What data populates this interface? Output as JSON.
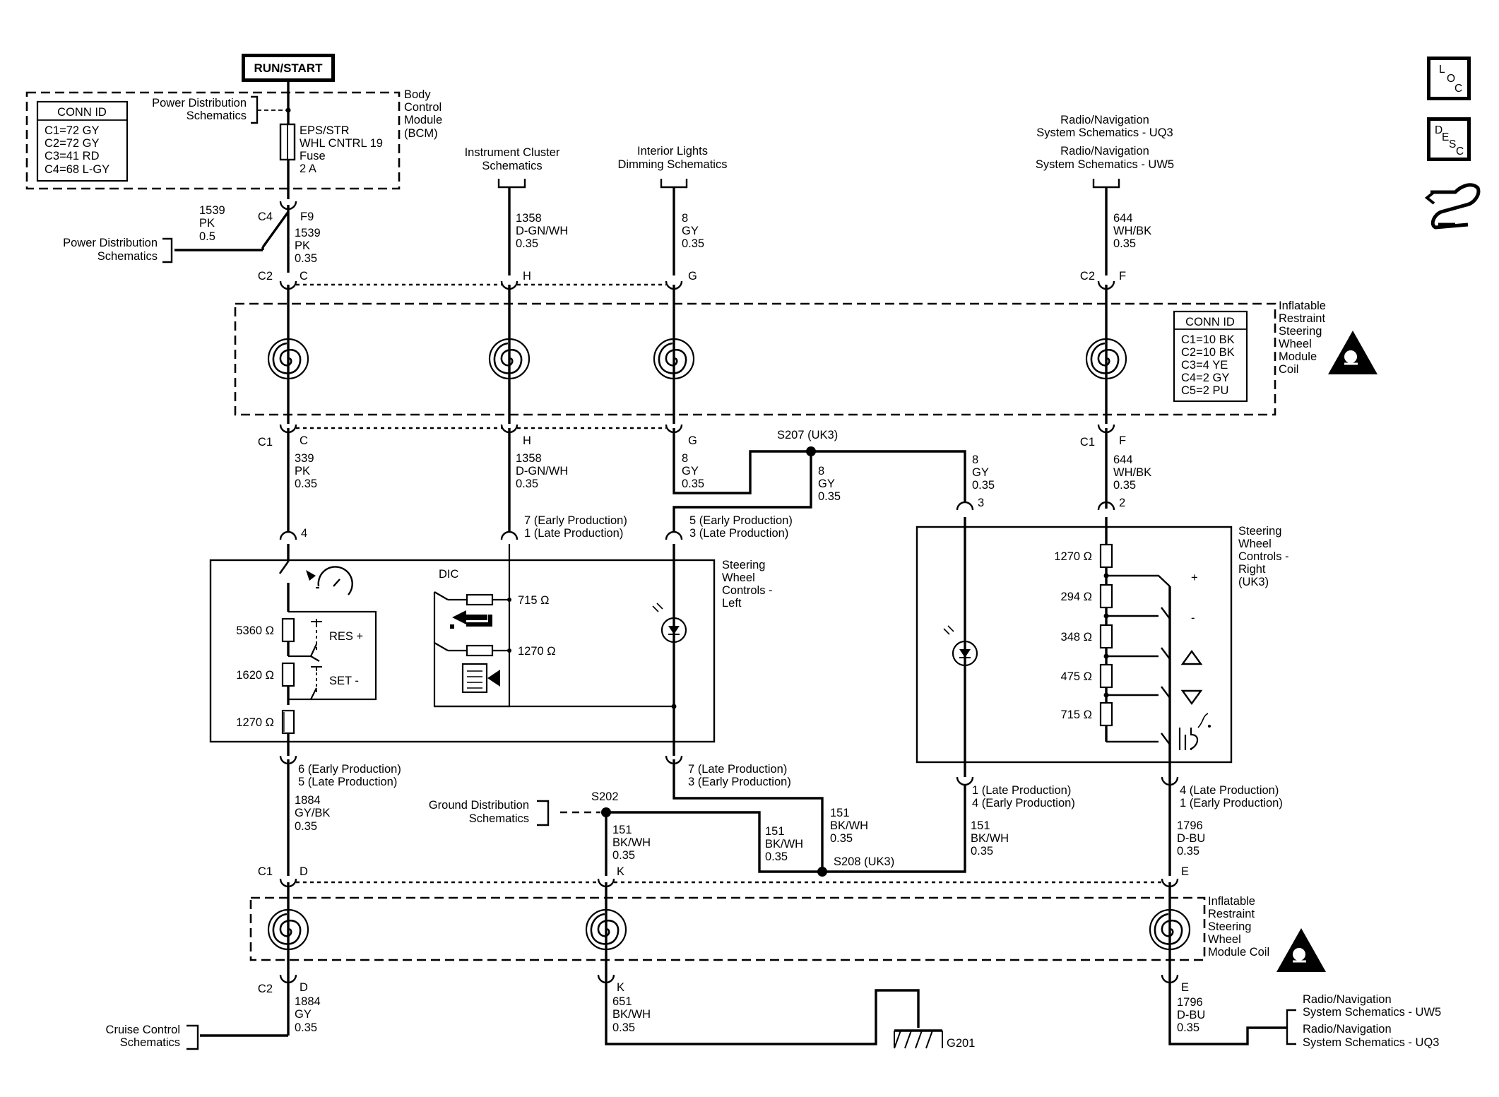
{
  "power": {
    "run_start": "RUN/START"
  },
  "bcm": {
    "label": [
      "Body",
      "Control",
      "Module",
      "(BCM)"
    ],
    "conn_title": "CONN ID",
    "conn_rows": [
      "C1=72 GY",
      "C2=72 GY",
      "C3=41 RD",
      "C4=68 L-GY"
    ],
    "fuse": [
      "EPS/STR",
      "WHL CNTRL 19",
      "Fuse",
      "2 A"
    ],
    "pds": [
      "Power Distribution",
      "Schematics"
    ]
  },
  "refs": {
    "pds_left": [
      "Power Distribution",
      "Schematics"
    ],
    "instrument": [
      "Instrument Cluster",
      "Schematics"
    ],
    "interior": [
      "Interior Lights",
      "Dimming Schematics"
    ],
    "radio_top": [
      "Radio/Navigation",
      "System Schematics - UQ3",
      "Radio/Navigation",
      "System Schematics - UW5"
    ],
    "ground": [
      "Ground Distribution",
      "Schematics"
    ],
    "cruise": [
      "Cruise Control",
      "Schematics"
    ],
    "radio_bottom": [
      "Radio/Navigation",
      "System Schematics - UW5",
      "Radio/Navigation",
      "System Schematics - UQ3"
    ]
  },
  "coil_top": {
    "label": [
      "Inflatable",
      "Restraint",
      "Steering",
      "Wheel",
      "Module",
      "Coil"
    ],
    "conn_title": "CONN ID",
    "conn_rows": [
      "C1=10 BK",
      "C2=10 BK",
      "C3=4 YE",
      "C4=2 GY",
      "C5=2 PU"
    ]
  },
  "coil_bottom": {
    "label": [
      "Inflatable",
      "Restraint",
      "Steering",
      "Wheel",
      "Module Coil"
    ]
  },
  "wires": {
    "w1539a": [
      "1539",
      "PK",
      "0.5"
    ],
    "w1539b": [
      "1539",
      "PK",
      "0.35"
    ],
    "w1358a": [
      "1358",
      "D-GN/WH",
      "0.35"
    ],
    "w8a": [
      "8",
      "GY",
      "0.35"
    ],
    "w644a": [
      "644",
      "WH/BK",
      "0.35"
    ],
    "w339": [
      "339",
      "PK",
      "0.35"
    ],
    "w1358b": [
      "1358",
      "D-GN/WH",
      "0.35"
    ],
    "w8b": [
      "8",
      "GY",
      "0.35"
    ],
    "w8c": [
      "8",
      "GY",
      "0.35"
    ],
    "w8d": [
      "8",
      "GY",
      "0.35"
    ],
    "w644b": [
      "644",
      "WH/BK",
      "0.35"
    ],
    "w1884a": [
      "1884",
      "GY/BK",
      "0.35"
    ],
    "w151a": [
      "151",
      "BK/WH",
      "0.35"
    ],
    "w151b": [
      "151",
      "BK/WH",
      "0.35"
    ],
    "w151c": [
      "151",
      "BK/WH",
      "0.35"
    ],
    "w151d": [
      "151",
      "BK/WH",
      "0.35"
    ],
    "w1796a": [
      "1796",
      "D-BU",
      "0.35"
    ],
    "w1884b": [
      "1884",
      "GY",
      "0.35"
    ],
    "w651": [
      "651",
      "BK/WH",
      "0.35"
    ],
    "w1796b": [
      "1796",
      "D-BU",
      "0.35"
    ]
  },
  "pins": {
    "c4": "C4",
    "f9": "F9",
    "c2": "C2",
    "c": "C",
    "h": "H",
    "g": "G",
    "c2f": "C2",
    "f": "F",
    "c1": "C1",
    "c_b": "C",
    "h_b": "H",
    "g_b": "G",
    "c1f": "C1",
    "f_b": "F",
    "p4": "4",
    "p3": "3",
    "p2": "2",
    "c1d": "C1",
    "d": "D",
    "k": "K",
    "e": "E",
    "c2d": "C2",
    "d_b": "D",
    "k_b": "K",
    "e_b": "E"
  },
  "splices": {
    "s207": "S207 (UK3)",
    "s202": "S202",
    "s208": "S208 (UK3)",
    "g201": "G201"
  },
  "production": {
    "h_top": [
      "7 (Early Production)",
      "1 (Late Production)"
    ],
    "g_top": [
      "5 (Early Production)",
      "3 (Late Production)"
    ],
    "left_bot": [
      "6 (Early Production)",
      "5 (Late Production)"
    ],
    "mid_bot": [
      "7 (Late Production)",
      "3 (Early Production)"
    ],
    "right1_bot": [
      "1 (Late Production)",
      "4 (Early Production)"
    ],
    "right2_bot": [
      "4 (Late Production)",
      "1 (Early Production)"
    ]
  },
  "swc_left": {
    "label": [
      "Steering",
      "Wheel",
      "Controls -",
      "Left"
    ],
    "r1": "5360 Ω",
    "r2": "1620 Ω",
    "r3": "1270 Ω",
    "res": "RES +",
    "set": "SET -",
    "dic": "DIC",
    "dr1": "715 Ω",
    "dr2": "1270 Ω"
  },
  "swc_right": {
    "label": [
      "Steering",
      "Wheel",
      "Controls -",
      "Right",
      "(UK3)"
    ],
    "r1": "1270 Ω",
    "r2": "294 Ω",
    "r3": "348 Ω",
    "r4": "475 Ω",
    "r5": "715 Ω",
    "plus": "+",
    "minus": "-"
  },
  "side_icons": {
    "loc": [
      "L",
      "O",
      "C"
    ],
    "desc": [
      "D",
      "E",
      "S",
      "C"
    ]
  }
}
